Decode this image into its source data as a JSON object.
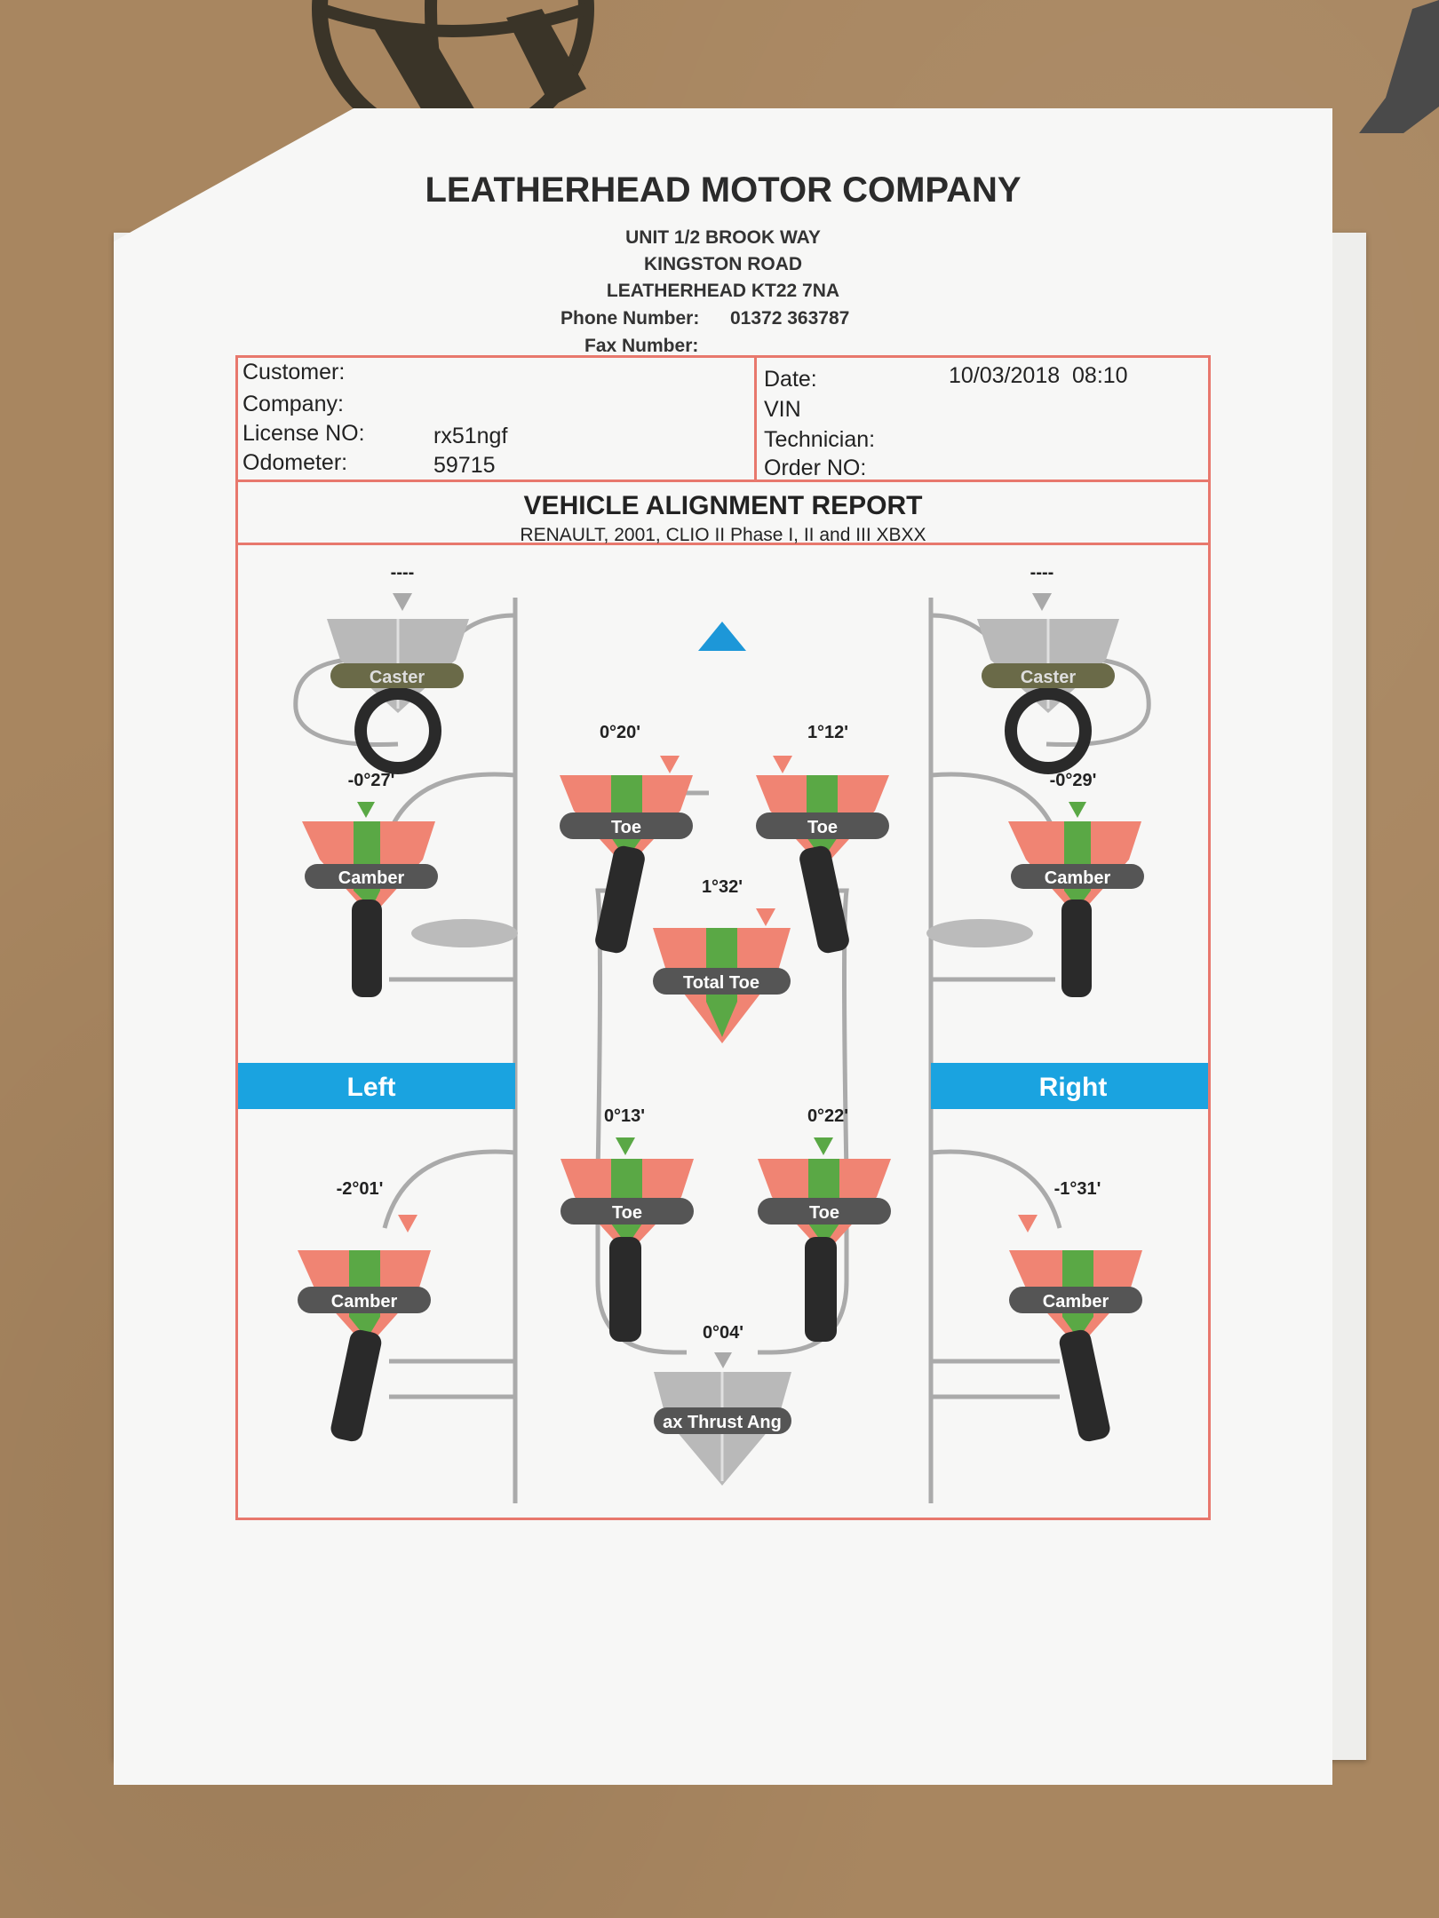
{
  "header": {
    "company": "LEATHERHEAD MOTOR COMPANY",
    "address_lines": [
      "UNIT 1/2 BROOK WAY",
      "KINGSTON ROAD",
      "LEATHERHEAD KT22 7NA"
    ],
    "phone_label": "Phone Number:",
    "phone_value": "01372 363787",
    "fax_label": "Fax Number:"
  },
  "info": {
    "customer_label": "Customer:",
    "company_label": "Company:",
    "license_label": "License NO:",
    "license_value": "rx51ngf",
    "odometer_label": "Odometer:",
    "odometer_value": "59715",
    "date_label": "Date:",
    "date_value": "10/03/2018  08:10",
    "vin_label": "VIN",
    "technician_label": "Technician:",
    "order_label": "Order NO:"
  },
  "report": {
    "title": "VEHICLE ALIGNMENT REPORT",
    "vehicle": "RENAULT, 2001, CLIO II Phase I, II and III XBXX"
  },
  "sides": {
    "left": "Left",
    "right": "Right"
  },
  "gauges": {
    "caster_left": {
      "label": "Caster",
      "value": "----"
    },
    "caster_right": {
      "label": "Caster",
      "value": "----"
    },
    "camber_front_left": {
      "label": "Camber",
      "value": "-0°27'"
    },
    "camber_front_right": {
      "label": "Camber",
      "value": "-0°29'"
    },
    "toe_front_left": {
      "label": "Toe",
      "value": "0°20'"
    },
    "toe_front_right": {
      "label": "Toe",
      "value": "1°12'"
    },
    "total_toe": {
      "label": "Total Toe",
      "value": "1°32'"
    },
    "toe_rear_left": {
      "label": "Toe",
      "value": "0°13'"
    },
    "toe_rear_right": {
      "label": "Toe",
      "value": "0°22'"
    },
    "camber_rear_left": {
      "label": "Camber",
      "value": "-2°01'"
    },
    "camber_rear_right": {
      "label": "Camber",
      "value": "-1°31'"
    },
    "thrust_angle": {
      "label": "ax Thrust Ang",
      "value": "0°04'"
    }
  },
  "colors": {
    "gauge_red": "#f08473",
    "gauge_green": "#5aa845",
    "gauge_grey": "#b9b9b9",
    "label_bar": "#555555",
    "label_bar_caster": "#6a6a48",
    "side_banner": "#1aa3e0",
    "direction_arrow": "#1d97d8",
    "border": "#e8786d"
  }
}
